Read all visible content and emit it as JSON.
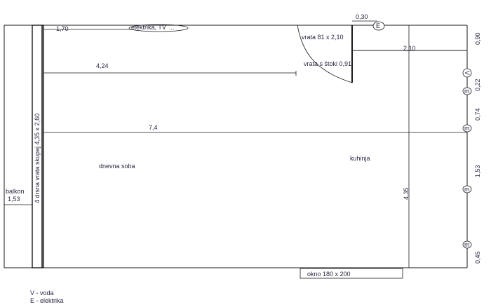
{
  "rooms": {
    "balcony": {
      "name": "balkon",
      "width": "1,53"
    },
    "living": {
      "name": "dnevna soba"
    },
    "kitchen": {
      "name": "kuhinja"
    }
  },
  "doors": {
    "balcony_doors": "4 drsna vrata  skupaj 4,35 x 2,60",
    "door": "vrata 81 x 2,10",
    "door_frame": "vrata s štoki 0,91"
  },
  "window": {
    "label": "okno 180 x 200"
  },
  "dimensions": {
    "top_left": "1,70",
    "top_small": "0,30",
    "depth_424": "4,24",
    "length_74": "7,4",
    "kitchen_210": "2,10",
    "kitchen_435": "4,35",
    "right_090": "0,90",
    "right_022": "0,22",
    "right_074": "0,74",
    "right_153": "1,53",
    "right_045": "0,45"
  },
  "symbols": {
    "electric_tv": "elektrika, TV",
    "electric_top": "E",
    "water": "V",
    "outlet": "m"
  },
  "legend": {
    "water": "V - voda",
    "electric": "E - elektrika"
  }
}
